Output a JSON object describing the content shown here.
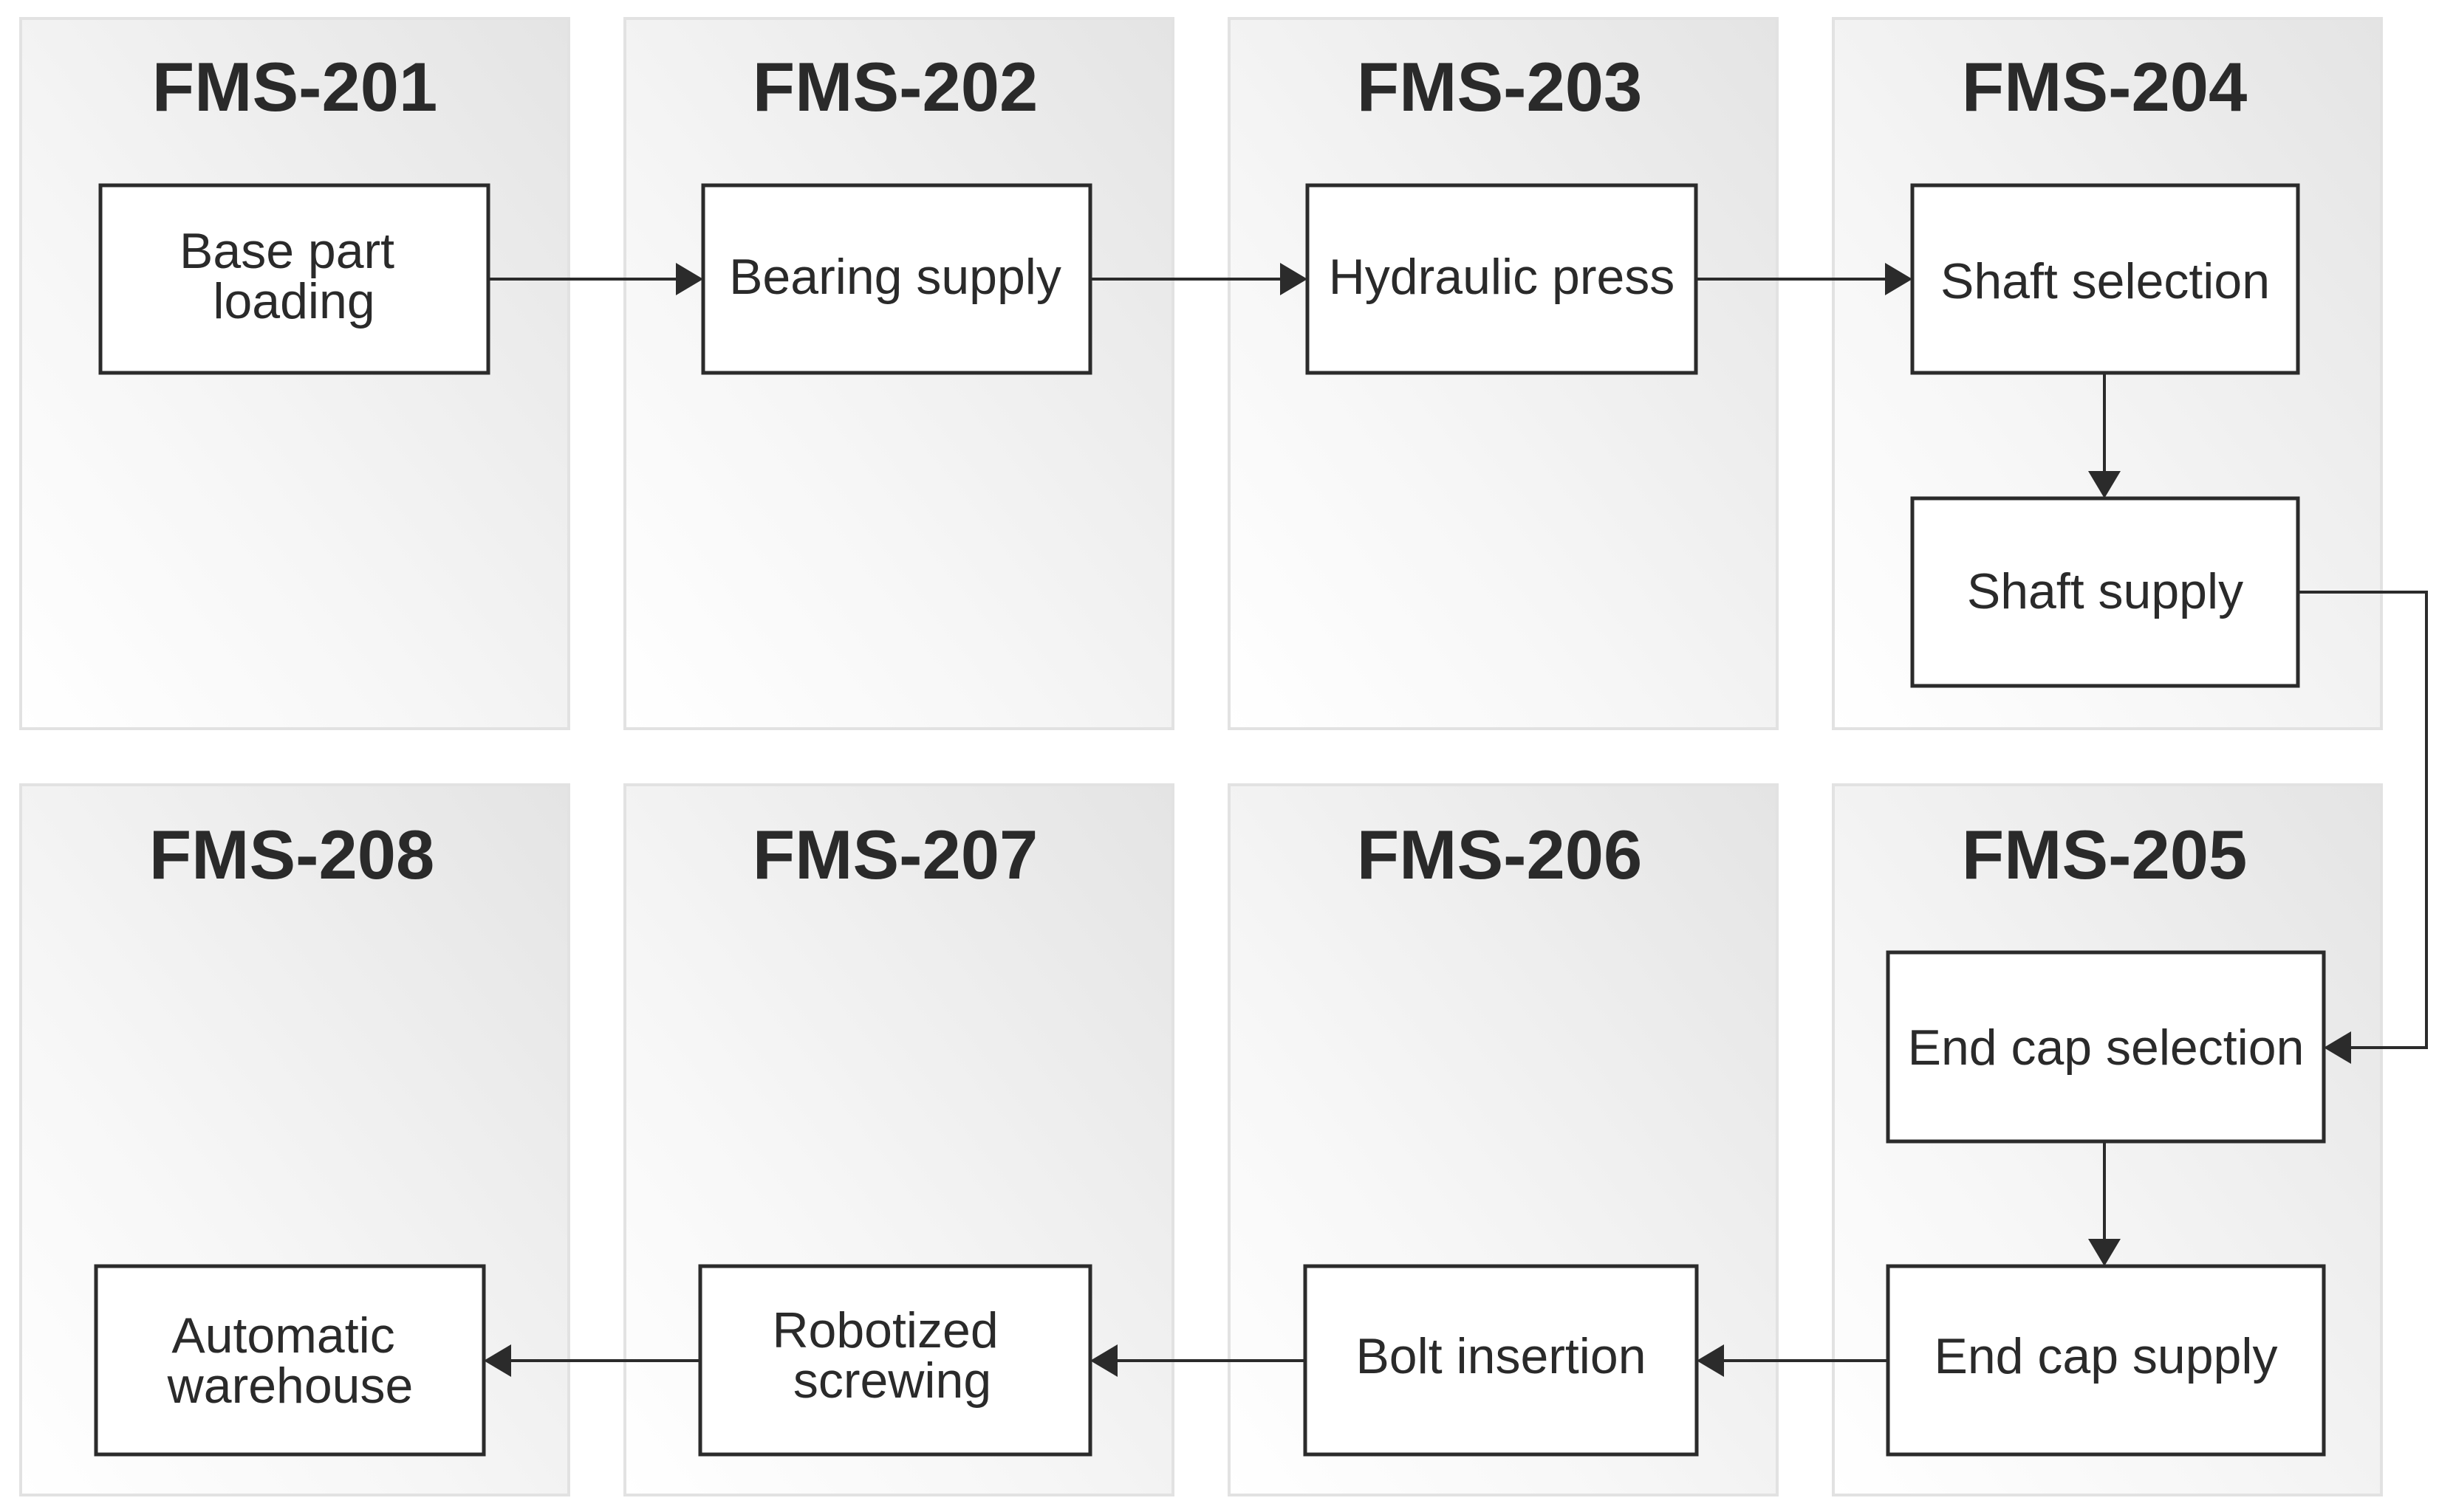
{
  "stations": [
    {
      "id": "FMS-201",
      "title": "FMS-201"
    },
    {
      "id": "FMS-202",
      "title": "FMS-202"
    },
    {
      "id": "FMS-203",
      "title": "FMS-203"
    },
    {
      "id": "FMS-204",
      "title": "FMS-204"
    },
    {
      "id": "FMS-205",
      "title": "FMS-205"
    },
    {
      "id": "FMS-206",
      "title": "FMS-206"
    },
    {
      "id": "FMS-207",
      "title": "FMS-207"
    },
    {
      "id": "FMS-208",
      "title": "FMS-208"
    }
  ],
  "steps": [
    {
      "id": "base-part-loading",
      "station": "FMS-201",
      "lines": [
        "Base part",
        "loading"
      ]
    },
    {
      "id": "bearing-supply",
      "station": "FMS-202",
      "lines": [
        "Bearing supply"
      ]
    },
    {
      "id": "hydraulic-press",
      "station": "FMS-203",
      "lines": [
        "Hydraulic press"
      ]
    },
    {
      "id": "shaft-selection",
      "station": "FMS-204",
      "lines": [
        "Shaft selection"
      ]
    },
    {
      "id": "shaft-supply",
      "station": "FMS-204",
      "lines": [
        "Shaft supply"
      ]
    },
    {
      "id": "end-cap-selection",
      "station": "FMS-205",
      "lines": [
        "End cap selection"
      ]
    },
    {
      "id": "end-cap-supply",
      "station": "FMS-205",
      "lines": [
        "End cap supply"
      ]
    },
    {
      "id": "bolt-insertion",
      "station": "FMS-206",
      "lines": [
        "Bolt insertion"
      ]
    },
    {
      "id": "robotized-screwing",
      "station": "FMS-207",
      "lines": [
        "Robotized",
        "screwing"
      ]
    },
    {
      "id": "automatic-warehouse",
      "station": "FMS-208",
      "lines": [
        "Automatic",
        "warehouse"
      ]
    }
  ],
  "flow": [
    {
      "from": "base-part-loading",
      "to": "bearing-supply"
    },
    {
      "from": "bearing-supply",
      "to": "hydraulic-press"
    },
    {
      "from": "hydraulic-press",
      "to": "shaft-selection"
    },
    {
      "from": "shaft-selection",
      "to": "shaft-supply"
    },
    {
      "from": "shaft-supply",
      "to": "end-cap-selection"
    },
    {
      "from": "end-cap-selection",
      "to": "end-cap-supply"
    },
    {
      "from": "end-cap-supply",
      "to": "bolt-insertion"
    },
    {
      "from": "bolt-insertion",
      "to": "robotized-screwing"
    },
    {
      "from": "robotized-screwing",
      "to": "automatic-warehouse"
    }
  ],
  "colors": {
    "panel_light": "#ffffff",
    "panel_dark": "#e6e6e6",
    "panel_border": "#e2e2e2",
    "box_border": "#2b2b2b",
    "text": "#2a2a2a"
  }
}
